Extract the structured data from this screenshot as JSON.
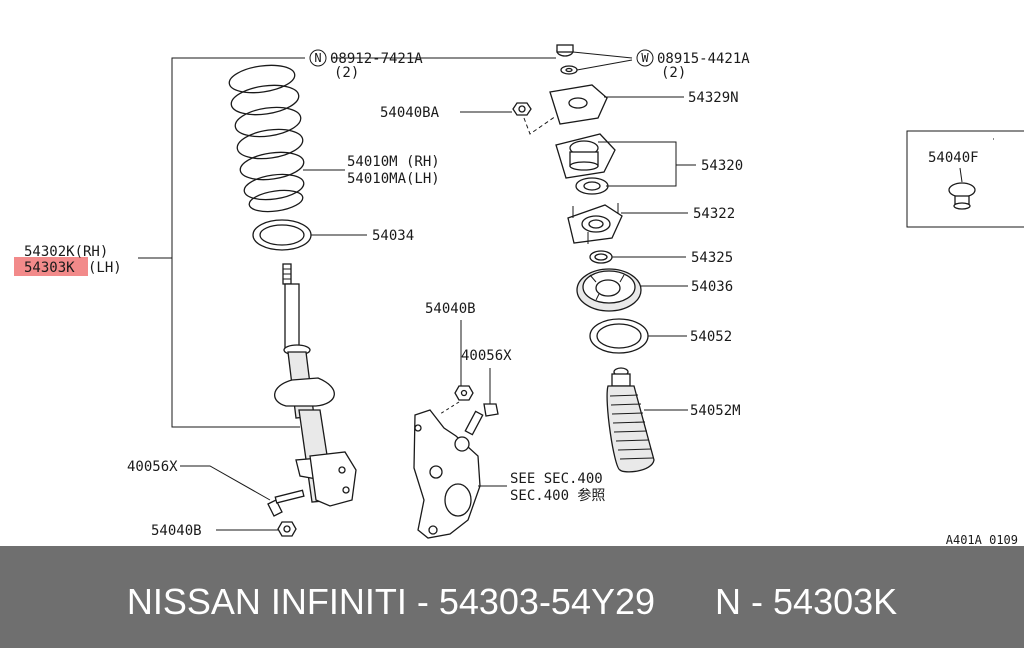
{
  "diagram": {
    "labels": {
      "n_bolt_part": "08912-7421A",
      "n_bolt_qty": "(2)",
      "n_bolt_circle": "N",
      "w_washer_part": "08915-4421A",
      "w_washer_qty": "(2)",
      "w_washer_circle": "W",
      "nut_top": "54040BA",
      "plate": "54329N",
      "spring_rh": "54010M (RH)",
      "spring_lh": "54010MA(LH)",
      "mount_group": "54320",
      "insulator": "54034",
      "strut_rh": "54302K(RH)",
      "strut_lh": "54303K",
      "strut_lh_suffix": "(LH)",
      "mount": "54322",
      "washer_54325": "54325",
      "seat": "54036",
      "rubber_seat": "54052",
      "nut_mid": "54040B",
      "bolt_mid": "40056X",
      "bumper": "54052M",
      "bolt_low": "40056X",
      "see_sec_1": "SEE SEC.400",
      "see_sec_2": "SEC.400 参照",
      "nut_low": "54040B",
      "inset_part": "54040F",
      "diagram_code": "A401A 0109"
    },
    "highlight_color": "#f28a8a"
  },
  "footer": {
    "text": "NISSAN INFINITI - 54303-54Y29      N - 54303K",
    "background": "#6f6f6f",
    "text_color": "#ffffff"
  }
}
